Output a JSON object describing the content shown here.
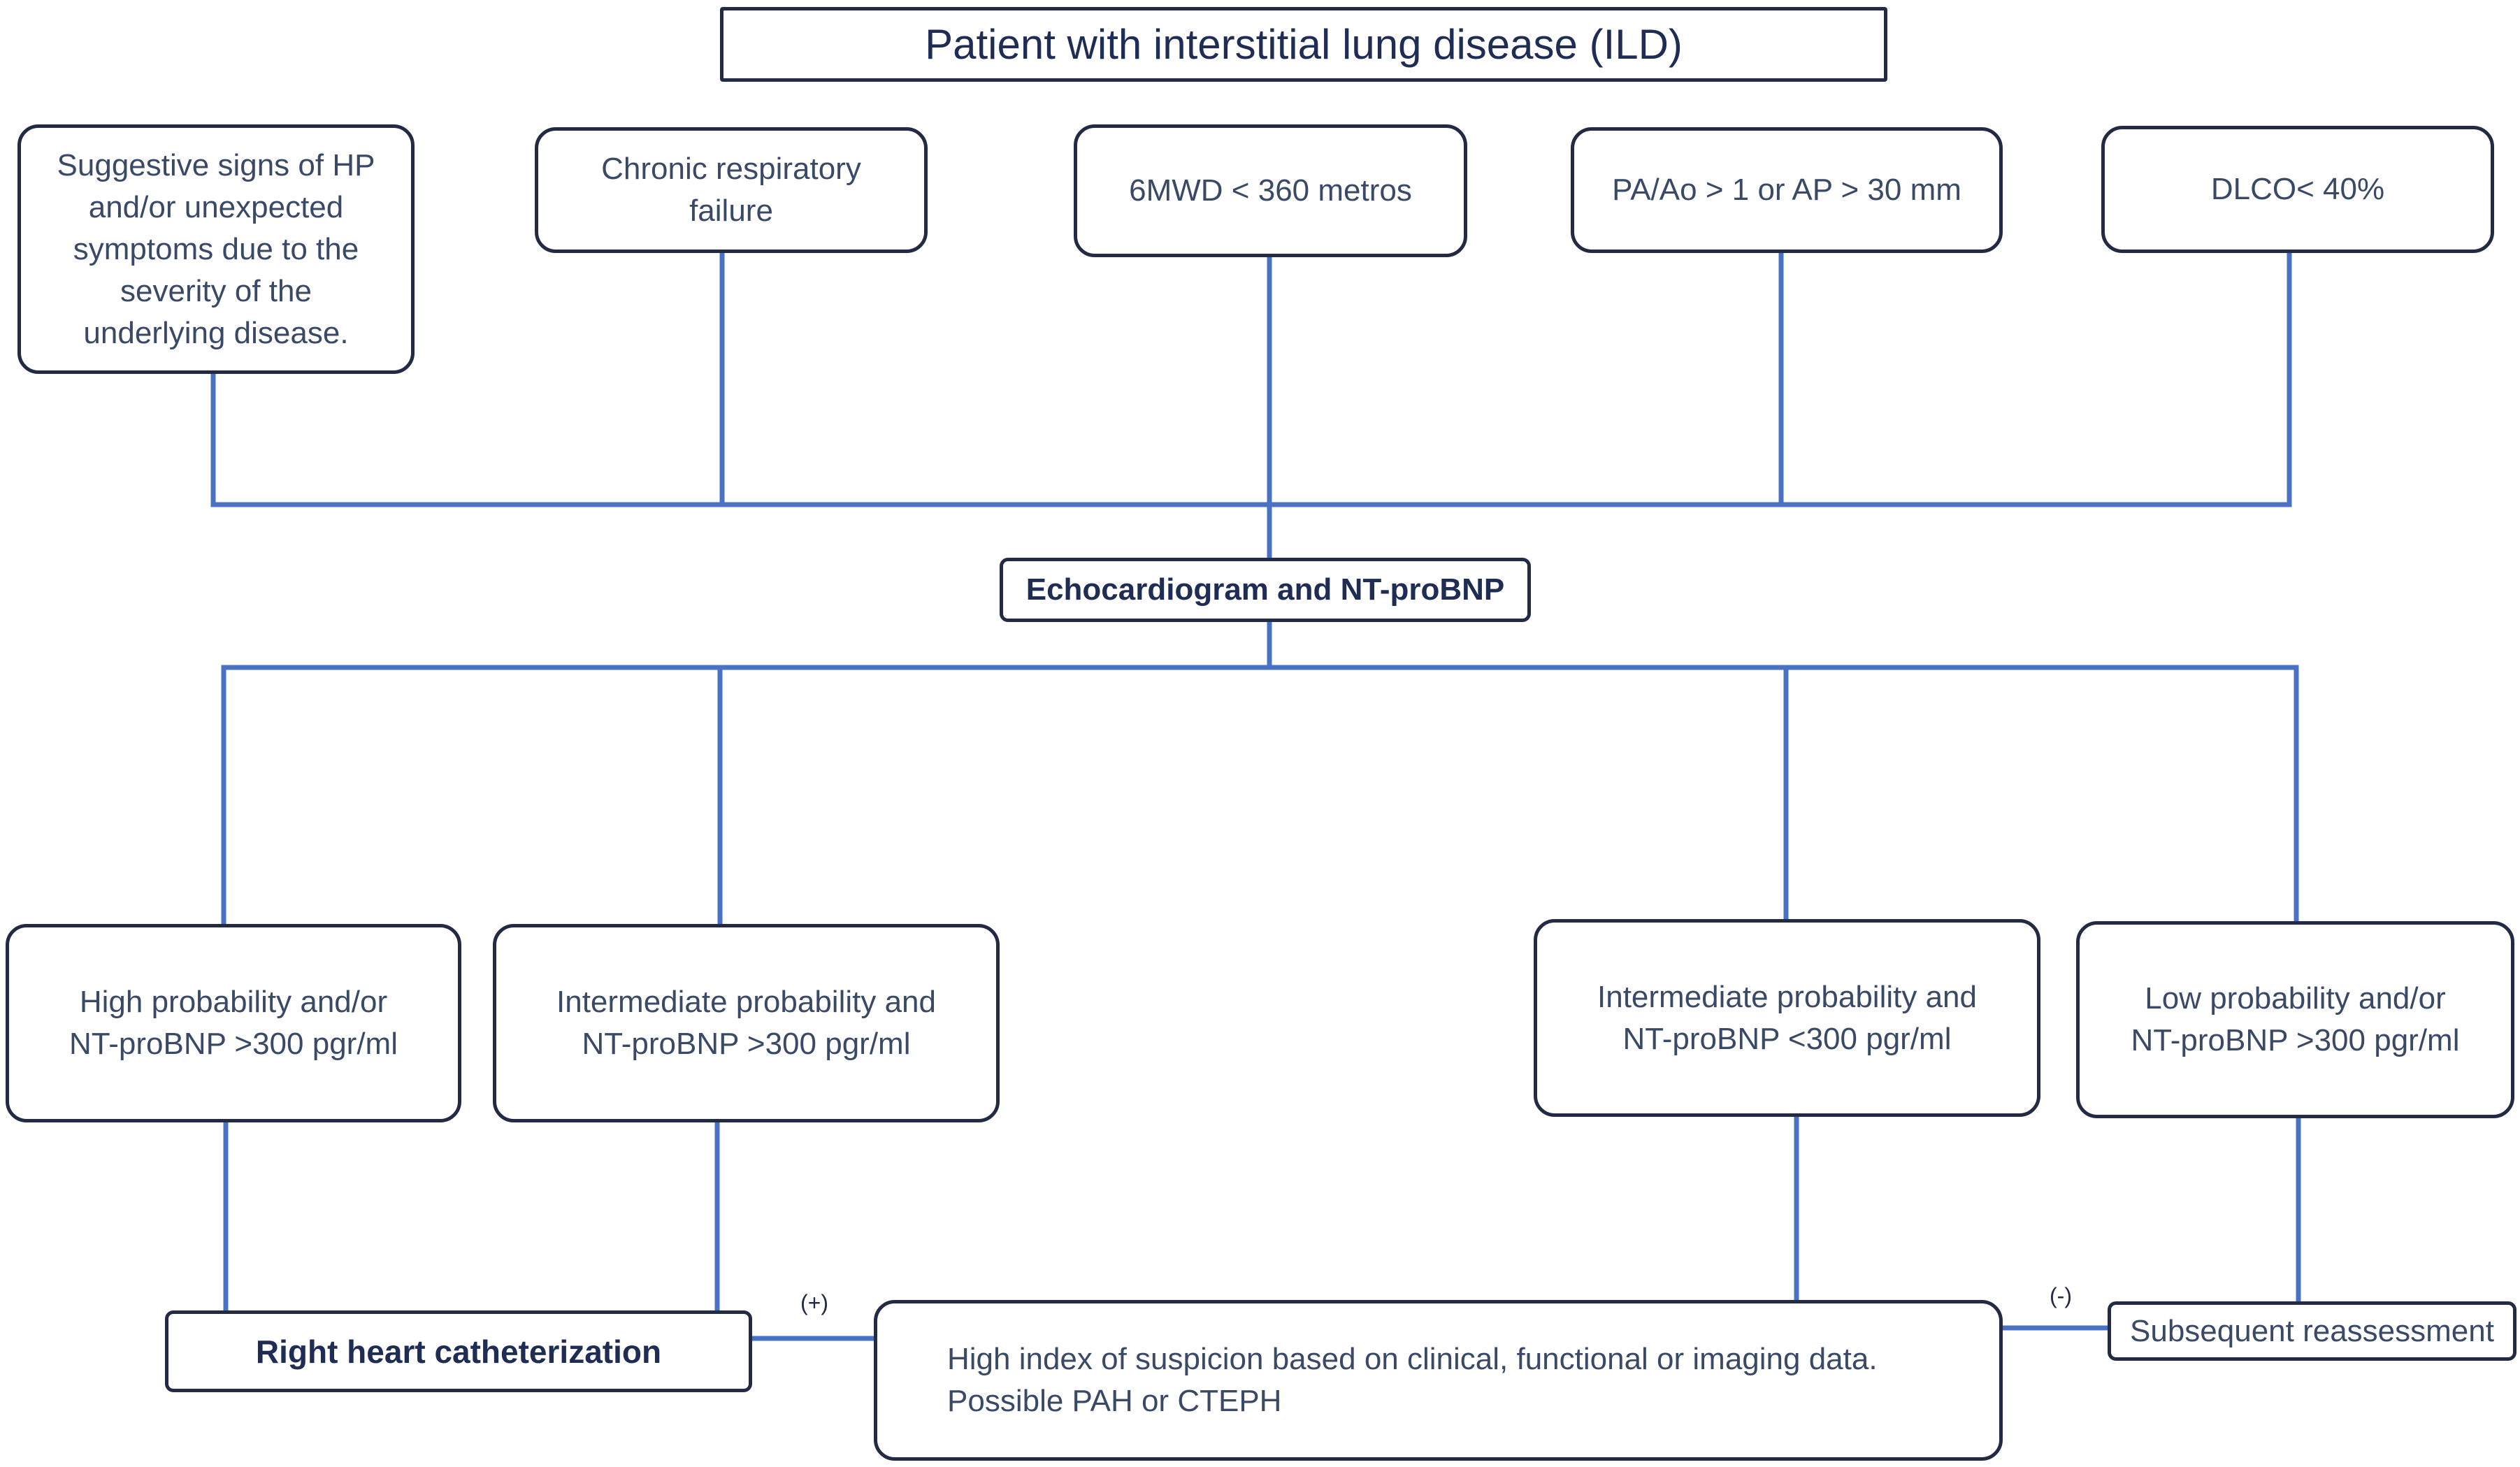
{
  "diagram": {
    "title": "Patient with interstitial lung disease (ILD)",
    "criteria": [
      "Suggestive signs of HP\nand/or unexpected\nsymptoms due to the\nseverity of the\nunderlying disease.",
      "Chronic respiratory\nfailure",
      "6MWD < 360 metros",
      "PA/Ao > 1 or AP > 30 mm",
      "DLCO< 40%"
    ],
    "screening": "Echocardiogram and NT-proBNP",
    "outcomes": [
      "High probability and/or\nNT-proBNP >300 pgr/ml",
      "Intermediate probability and\nNT-proBNP >300 pgr/ml",
      "Intermediate probability  and\nNT-proBNP <300 pgr/ml",
      "Low probability and/or\nNT-proBNP >300 pgr/ml"
    ],
    "rhc": "Right heart catheterization",
    "suspicion": "High index of suspicion based on clinical, functional or imaging data.\nPossible PAH or CTEPH",
    "reassessment": "Subsequent reassessment",
    "positive_label": "(+)",
    "negative_label": "(-)",
    "line_color": "#4a72c4",
    "border_color": "#222a44"
  }
}
